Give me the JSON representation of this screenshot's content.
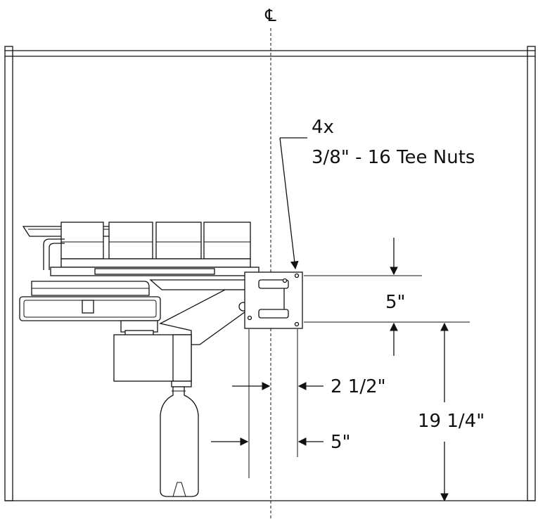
{
  "centerline": {
    "symbol": "℄"
  },
  "callout": {
    "quantity": "4x",
    "description": "3/8\" - 16 Tee Nuts"
  },
  "dimensions": {
    "plate_height": "5\"",
    "offset_centerline": "2 1/2\"",
    "plate_offset": "5\"",
    "height_from_floor": "19 1/4\""
  }
}
